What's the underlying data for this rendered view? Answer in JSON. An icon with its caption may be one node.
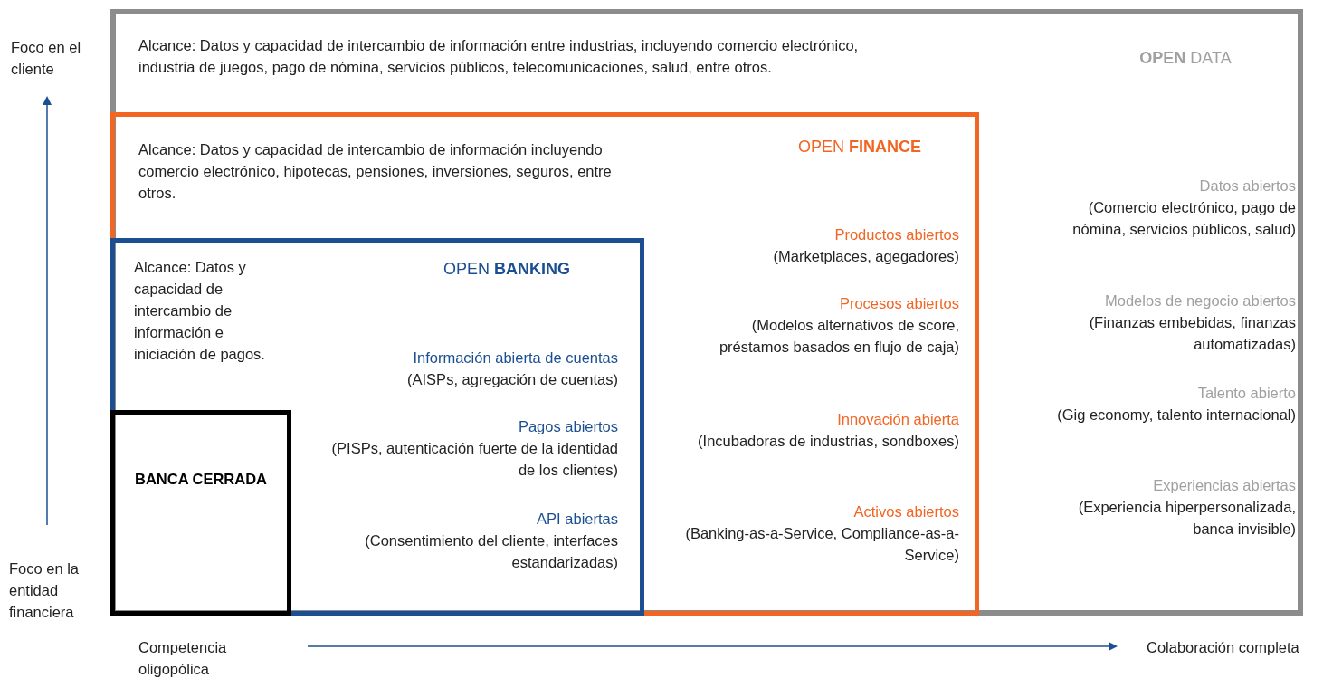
{
  "diagram": {
    "nodes": [
      {
        "text": [
          "**OPEN** DATA",
          "Alcance: Datos y capacidad de intercambio de información entre industrias, incluyendo comercio electrónico, industria de juegos, pago de nómina, servicios públicos, telecomunicaciones, salud, entre otros.",
          "Datos abiertos",
          "(Comercio electrónico, pago de nómina, servicios públicos, salud)",
          "Modelos de negocio abiertos",
          "(Finanzas embebidas, finanzas automatizadas)",
          "Talento abierto",
          "(Gig economy, talento internacional)",
          "Experiencias abiertas",
          "(Experiencia hiperpersonalizada, banca invisible)"
        ]
      },
      {
        "text": [
          "OPEN **FINANCE**",
          "Alcance: Datos y capacidad de intercambio de información incluyendo comercio electrónico, hipotecas, pensiones, inversiones, seguros, entre otros.",
          "Productos abiertos",
          "(Marketplaces, agegadores)",
          "Procesos abiertos",
          "(Modelos alternativos de score, préstamos basados en flujo de caja)",
          "Innovación abierta",
          "(Incubadoras de industrias, sondboxes)",
          "Activos abiertos",
          "(Banking-as-a-Service, Compliance-as-a-Service)"
        ],
        "in": 0
      },
      {
        "text": [
          "OPEN **BANKING**",
          "Alcance: Datos y capacidad de intercambio de información e iniciación de pagos.",
          "Información abierta de cuentas",
          "(AISPs, agregación de cuentas)",
          "Pagos abiertos",
          "(PISPs, autenticación fuerte de la identidad de los clientes)",
          "API abiertas",
          "(Consentimiento del cliente, interfaces estandarizadas)"
        ],
        "in": 1
      },
      {
        "text": [
          "BANCA CERRADA"
        ],
        "in": 2
      }
    ],
    "labels": [
      "Foco en el cliente",
      "Foco en la entidad financiera",
      "Competencia oligopólica",
      "Colaboración completa"
    ]
  }
}
